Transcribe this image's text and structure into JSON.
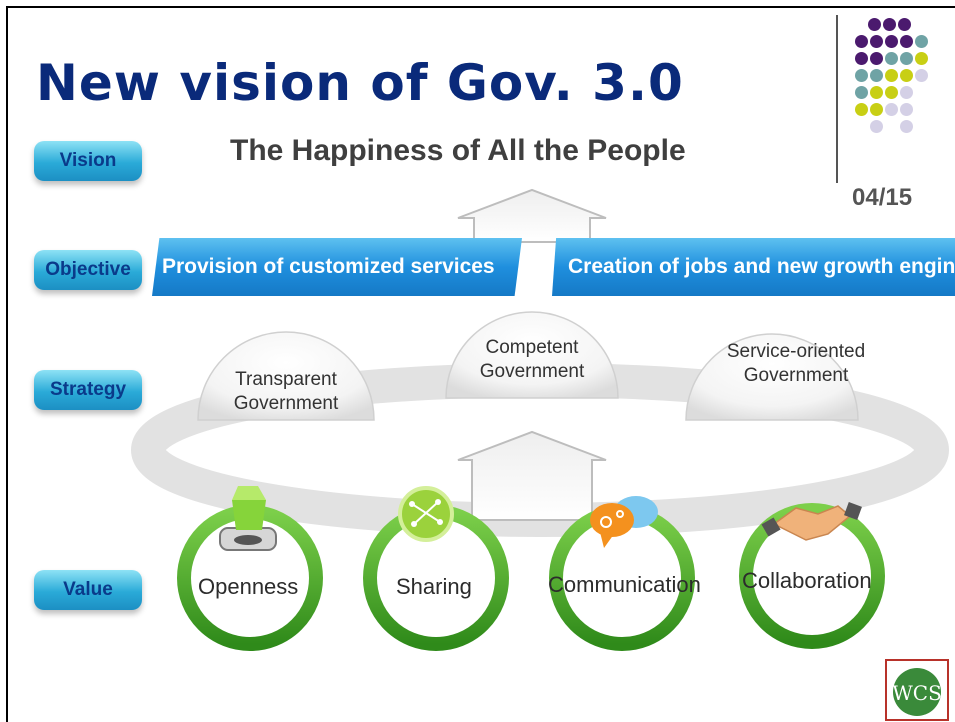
{
  "slide": {
    "title": "New vision of Gov. 3.0",
    "page_number": "04/15"
  },
  "labels": {
    "vision": "Vision",
    "objective": "Objective",
    "strategy": "Strategy",
    "value": "Value"
  },
  "vision": {
    "text": "The Happiness of All the People"
  },
  "objectives": [
    "Provision of customized services",
    "Creation of jobs and new growth engines"
  ],
  "strategies": [
    {
      "line1": "Transparent",
      "line2": "Government"
    },
    {
      "line1": "Competent",
      "line2": "Government"
    },
    {
      "line1": "Service-oriented",
      "line2": "Government"
    }
  ],
  "values": [
    "Openness",
    "Sharing",
    "Communication",
    "Collaboration"
  ],
  "colors": {
    "title": "#0a2a7a",
    "pill": "#2aaad8",
    "banner": "#1f8fde",
    "ring": "#4aa82a",
    "dot_purple": "#4b1a6e",
    "dot_teal": "#6fa3a5",
    "dot_lime": "#c8cf14",
    "dot_lavender": "#d4d0e6"
  },
  "icons": [
    "folder-icon",
    "network-globe-icon",
    "speech-bubble-icon",
    "handshake-icon",
    "wcs-logo-icon"
  ]
}
